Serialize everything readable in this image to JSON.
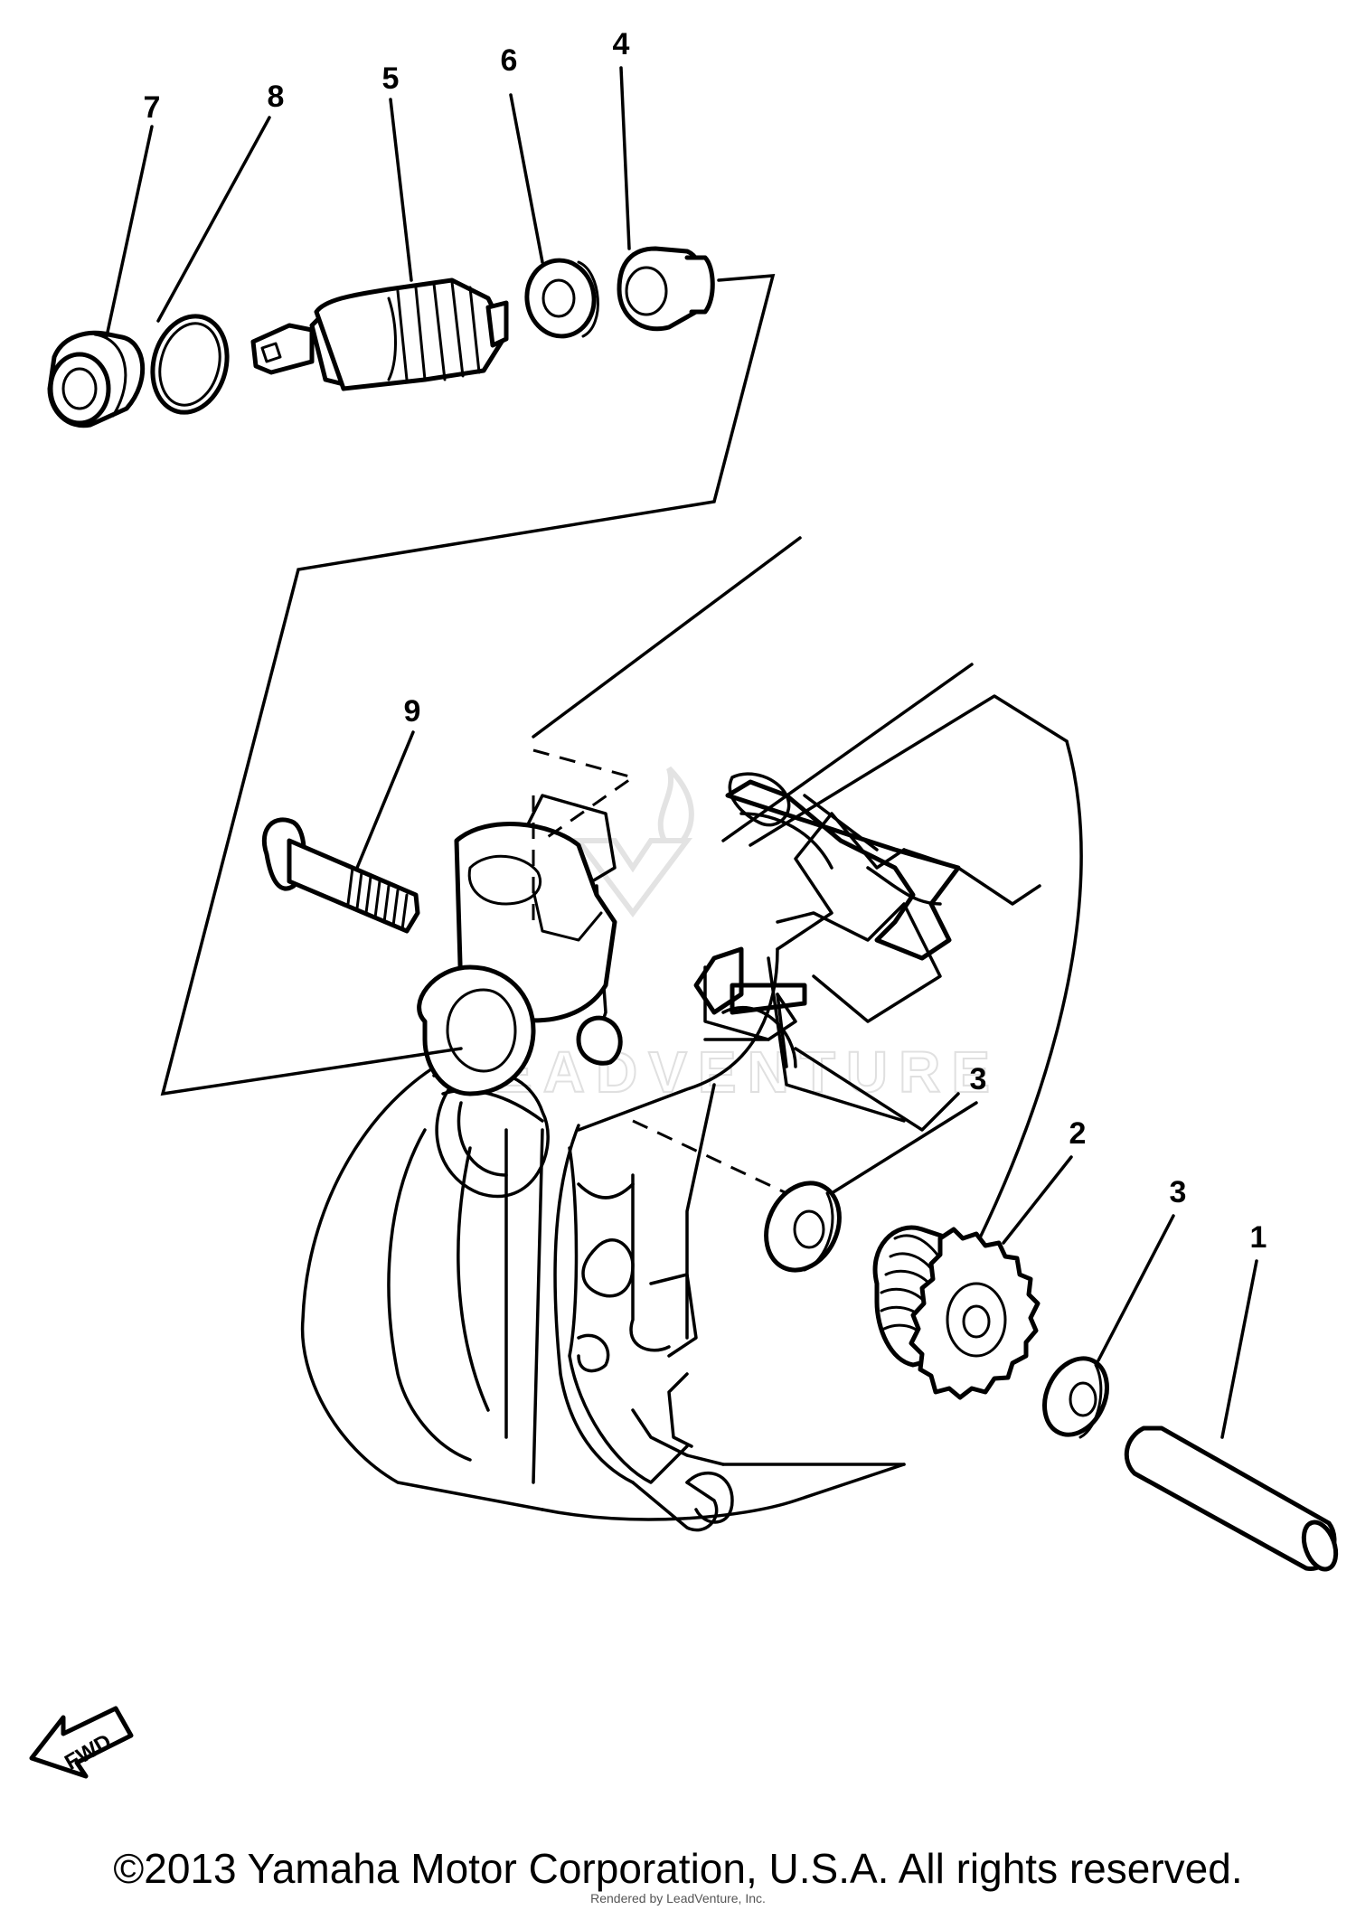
{
  "diagram": {
    "callouts": [
      "1",
      "2",
      "3",
      "3",
      "4",
      "5",
      "6",
      "7",
      "8",
      "9"
    ],
    "fwd_label": "FWD",
    "watermark": "LEADVENTURE"
  },
  "footer": {
    "copyright": "©2013 Yamaha Motor Corporation, U.S.A. All rights reserved.",
    "rendered_by": "Rendered by LeadVenture, Inc."
  }
}
